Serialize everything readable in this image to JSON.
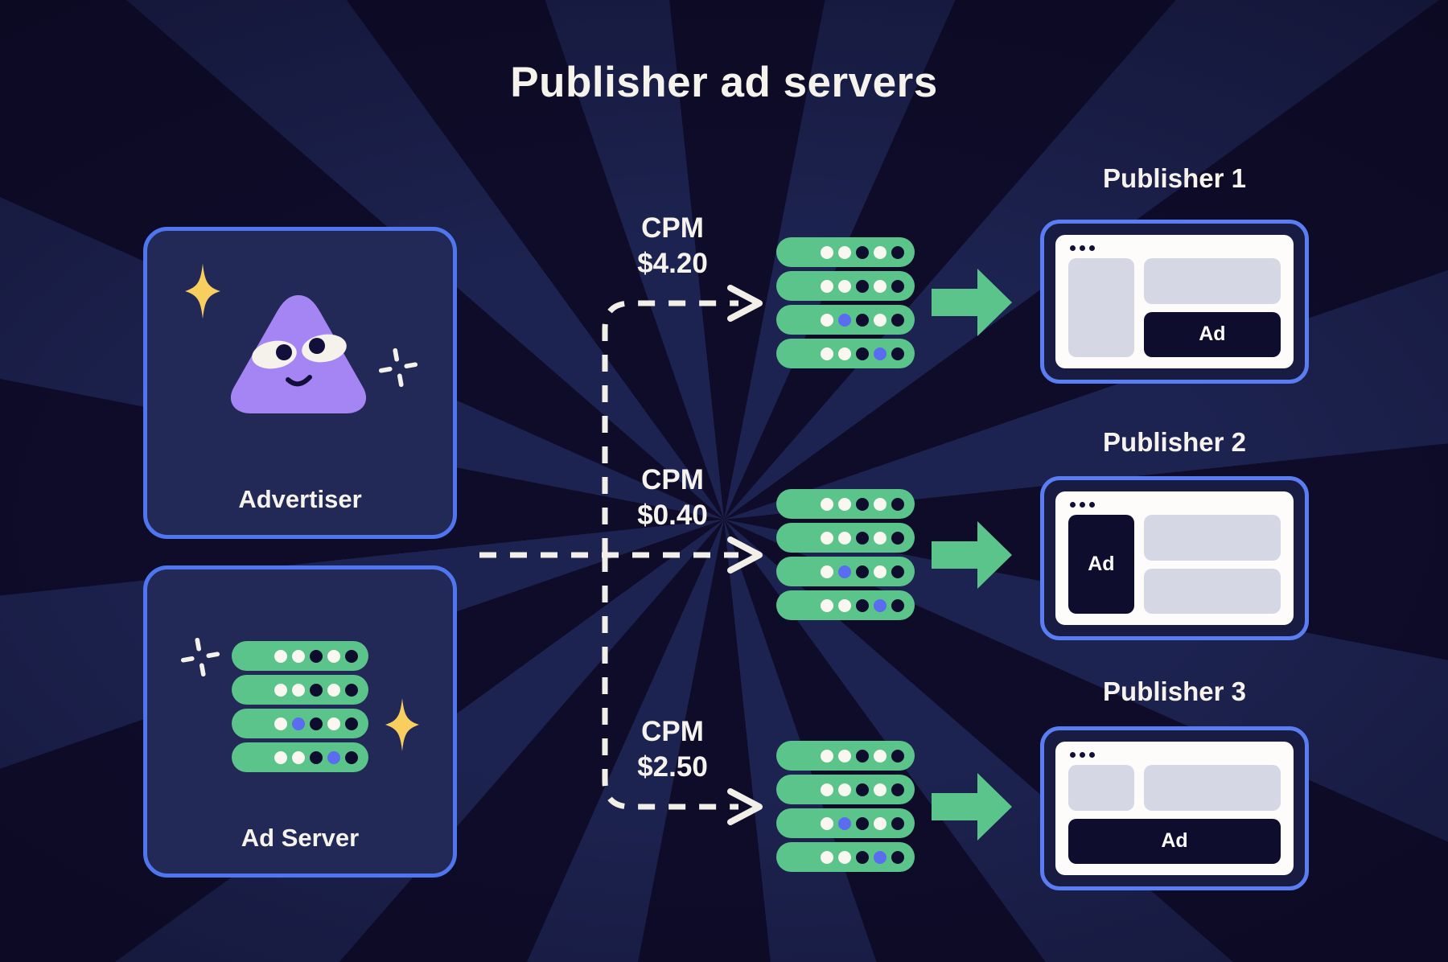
{
  "title": "Publisher ad servers",
  "palette": {
    "background": "#0e0c29",
    "ray": "#1d2350",
    "panel_fill": "#232957",
    "panel_border": "#4f76ef",
    "publisher_border": "#5a7ef2",
    "publisher_fill": "#181b42",
    "server_green": "#5bc48b",
    "mascot_purple": "#a585f4",
    "sparkle_yellow": "#f8cf5f",
    "dark_navy": "#0f0d2d",
    "text_white": "#f6f3ed",
    "content_gray": "#d5d7e5",
    "indicator_blue": "#5a6cf0"
  },
  "advertiser": {
    "label": "Advertiser"
  },
  "ad_server": {
    "label": "Ad Server"
  },
  "server_pattern": [
    [
      "white",
      "white",
      "dark",
      "white",
      "dark"
    ],
    [
      "white",
      "white",
      "dark",
      "white",
      "dark"
    ],
    [
      "white",
      "blue",
      "dark",
      "white",
      "dark"
    ],
    [
      "white",
      "white",
      "dark",
      "blue",
      "dark"
    ]
  ],
  "flows": [
    {
      "cpm_label": "CPM",
      "cpm_value": "$4.20",
      "publisher": {
        "label": "Publisher 1",
        "ad_label": "Ad",
        "ad_position": "right-bottom"
      }
    },
    {
      "cpm_label": "CPM",
      "cpm_value": "$0.40",
      "publisher": {
        "label": "Publisher 2",
        "ad_label": "Ad",
        "ad_position": "left-column"
      }
    },
    {
      "cpm_label": "CPM",
      "cpm_value": "$2.50",
      "publisher": {
        "label": "Publisher 3",
        "ad_label": "Ad",
        "ad_position": "bottom-banner"
      }
    }
  ]
}
